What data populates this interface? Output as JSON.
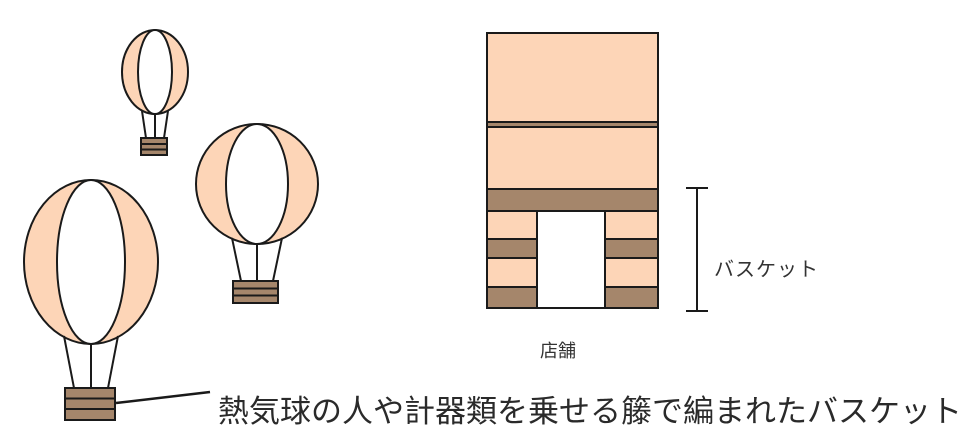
{
  "labels": {
    "basket": "バスケット",
    "store": "店舗",
    "caption": "熱気球の人や計器類を乗せる籐で編まれたバスケット"
  },
  "colors": {
    "balloon_fill": "#fdd5b7",
    "envelope_inner": "#ffffff",
    "basket_brown": "#a5866b",
    "store_fill": "#fdd5b7",
    "outline": "#1a1a1a"
  }
}
